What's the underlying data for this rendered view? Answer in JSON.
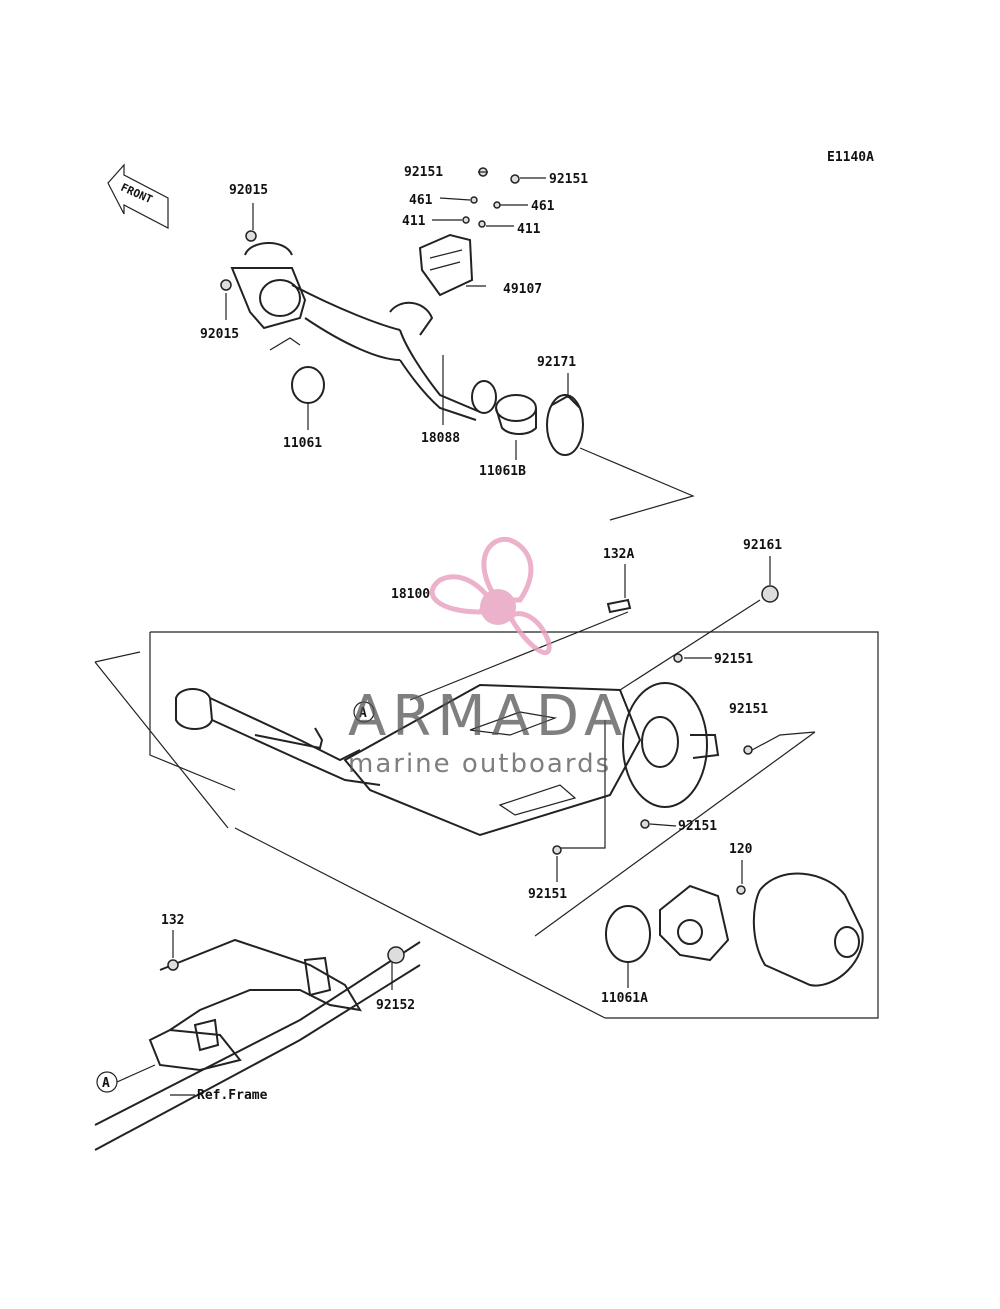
{
  "diagram_code": "E1140A",
  "front_label": "FRONT",
  "ref_frame_label": "Ref.Frame",
  "marker_a": "A",
  "watermark": {
    "brand": "ARMADA",
    "tagline": "marine outboards",
    "logo_color": "#e8a0c0"
  },
  "parts": {
    "p92015_top": "92015",
    "p92015_bottom": "92015",
    "p11061": "11061",
    "p18088": "18088",
    "p11061b": "11061B",
    "p92171": "92171",
    "p92151_a": "92151",
    "p92151_b": "92151",
    "p461_a": "461",
    "p461_b": "461",
    "p411_a": "411",
    "p411_b": "411",
    "p49107": "49107",
    "p132a": "132A",
    "p92161": "92161",
    "p18100": "18100",
    "p92151_c": "92151",
    "p92151_d": "92151",
    "p92151_e": "92151",
    "p92151_f": "92151",
    "p120": "120",
    "p11061a": "11061A",
    "p132": "132",
    "p92152": "92152"
  }
}
